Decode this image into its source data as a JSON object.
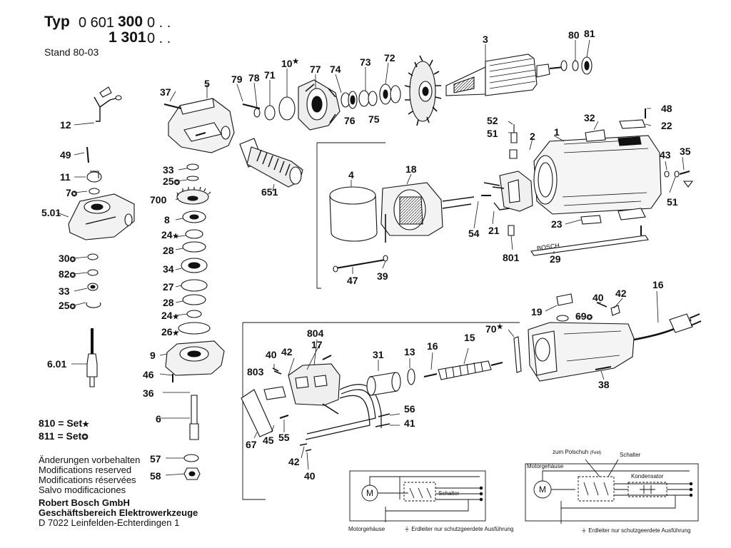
{
  "header": {
    "line1_prefix": "Typ",
    "line1_a": "0 601",
    "line1_b": "300",
    "line1_c": "0 . .",
    "line2_b": "1 301",
    "line2_c": "0 . .",
    "stand": "Stand 80-03"
  },
  "sets": [
    {
      "label": "810 = Set",
      "symbol": "★"
    },
    {
      "label": "811 = Set",
      "symbol": "✪"
    }
  ],
  "notes": [
    "Änderungen vorbehalten",
    "Modifications reserved",
    "Modifications réservées",
    "Salvo modificaciones"
  ],
  "company": [
    "Robert Bosch GmbH",
    "Geschäftsbereich Elektrowerkzeuge",
    "D 7022 Leinfelden-Echterdingen 1"
  ],
  "parts": {
    "p1": "1",
    "p2": "2",
    "p3": "3",
    "p4": "4",
    "p5": "5",
    "p5_01": "5.01",
    "p6": "6",
    "p6_01": "6.01",
    "p7": "7",
    "p8": "8",
    "p9": "9",
    "p10": "10",
    "p11": "11",
    "p12": "12",
    "p13": "13",
    "p15": "15",
    "p16a": "16",
    "p16b": "16",
    "p17": "17",
    "p18": "18",
    "p19": "19",
    "p21": "21",
    "p22": "22",
    "p23": "23",
    "p24a": "24",
    "p24b": "24",
    "p25a": "25",
    "p25b": "25",
    "p26": "26",
    "p27": "27",
    "p28a": "28",
    "p28b": "28",
    "p29": "29",
    "p30": "30",
    "p31": "31",
    "p32": "32",
    "p33a": "33",
    "p33b": "33",
    "p34": "34",
    "p35": "35",
    "p36": "36",
    "p37": "37",
    "p38": "38",
    "p39": "39",
    "p40a": "40",
    "p40b": "40",
    "p40c": "40",
    "p41": "41",
    "p42a": "42",
    "p42b": "42",
    "p42c": "42",
    "p43": "43",
    "p45": "45",
    "p46": "46",
    "p47": "47",
    "p48": "48",
    "p49": "49",
    "p51a": "51",
    "p51b": "51",
    "p52": "52",
    "p54": "54",
    "p55": "55",
    "p56": "56",
    "p57": "57",
    "p58": "58",
    "p67": "67",
    "p69": "69",
    "p70": "70",
    "p71": "71",
    "p72": "72",
    "p73": "73",
    "p74": "74",
    "p75": "75",
    "p76": "76",
    "p77": "77",
    "p78": "78",
    "p79": "79",
    "p80": "80",
    "p81": "81",
    "p82": "82",
    "p651": "651",
    "p700": "700",
    "p801": "801",
    "p803": "803",
    "p804": "804"
  },
  "star": "★",
  "ring": "✪",
  "stamp": "BOSCH",
  "wiring_left": {
    "motor": "M",
    "motor_label": "Motorgehäuse",
    "switch_label": "Schalter",
    "ground_label": "Erdleiter nur schutzgeerdete Ausführung"
  },
  "wiring_right": {
    "motor": "M",
    "pole_label": "zum Polschuh",
    "pole_sub": "(Feld)",
    "switch_label": "Schalter",
    "motor_label": "Motorgehäuse",
    "capacitor_label": "Kondensator",
    "ground_label": "Erdleiter nur schutzgeerdete Ausführung"
  }
}
